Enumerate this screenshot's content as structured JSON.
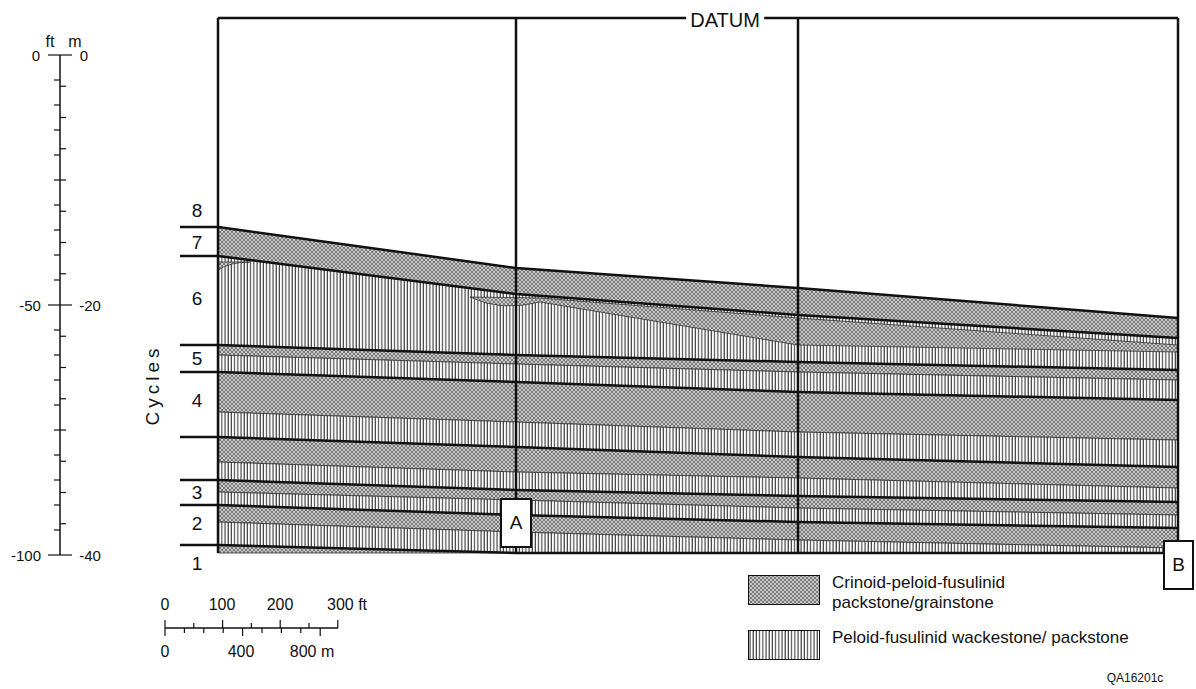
{
  "diagram": {
    "nodes": [
      {
        "text": [
          "A"
        ]
      },
      {
        "text": [
          "B"
        ]
      }
    ],
    "labels": [
      "DATUM",
      "ft",
      "m",
      "0",
      "0",
      "-50",
      "-20",
      "-100",
      "-40",
      "Cycles",
      "8",
      "7",
      "6",
      "5",
      "4",
      "3",
      "2",
      "1",
      "0",
      "100",
      "200",
      "300 ft",
      "0",
      "400",
      "800 m",
      "QA16201c"
    ],
    "legend": [
      {
        "text": "Crinoid-peloid-fusulinid packstone/grainstone"
      },
      {
        "text": "Peloid-fusulinid wackestone/ packstone"
      }
    ]
  }
}
